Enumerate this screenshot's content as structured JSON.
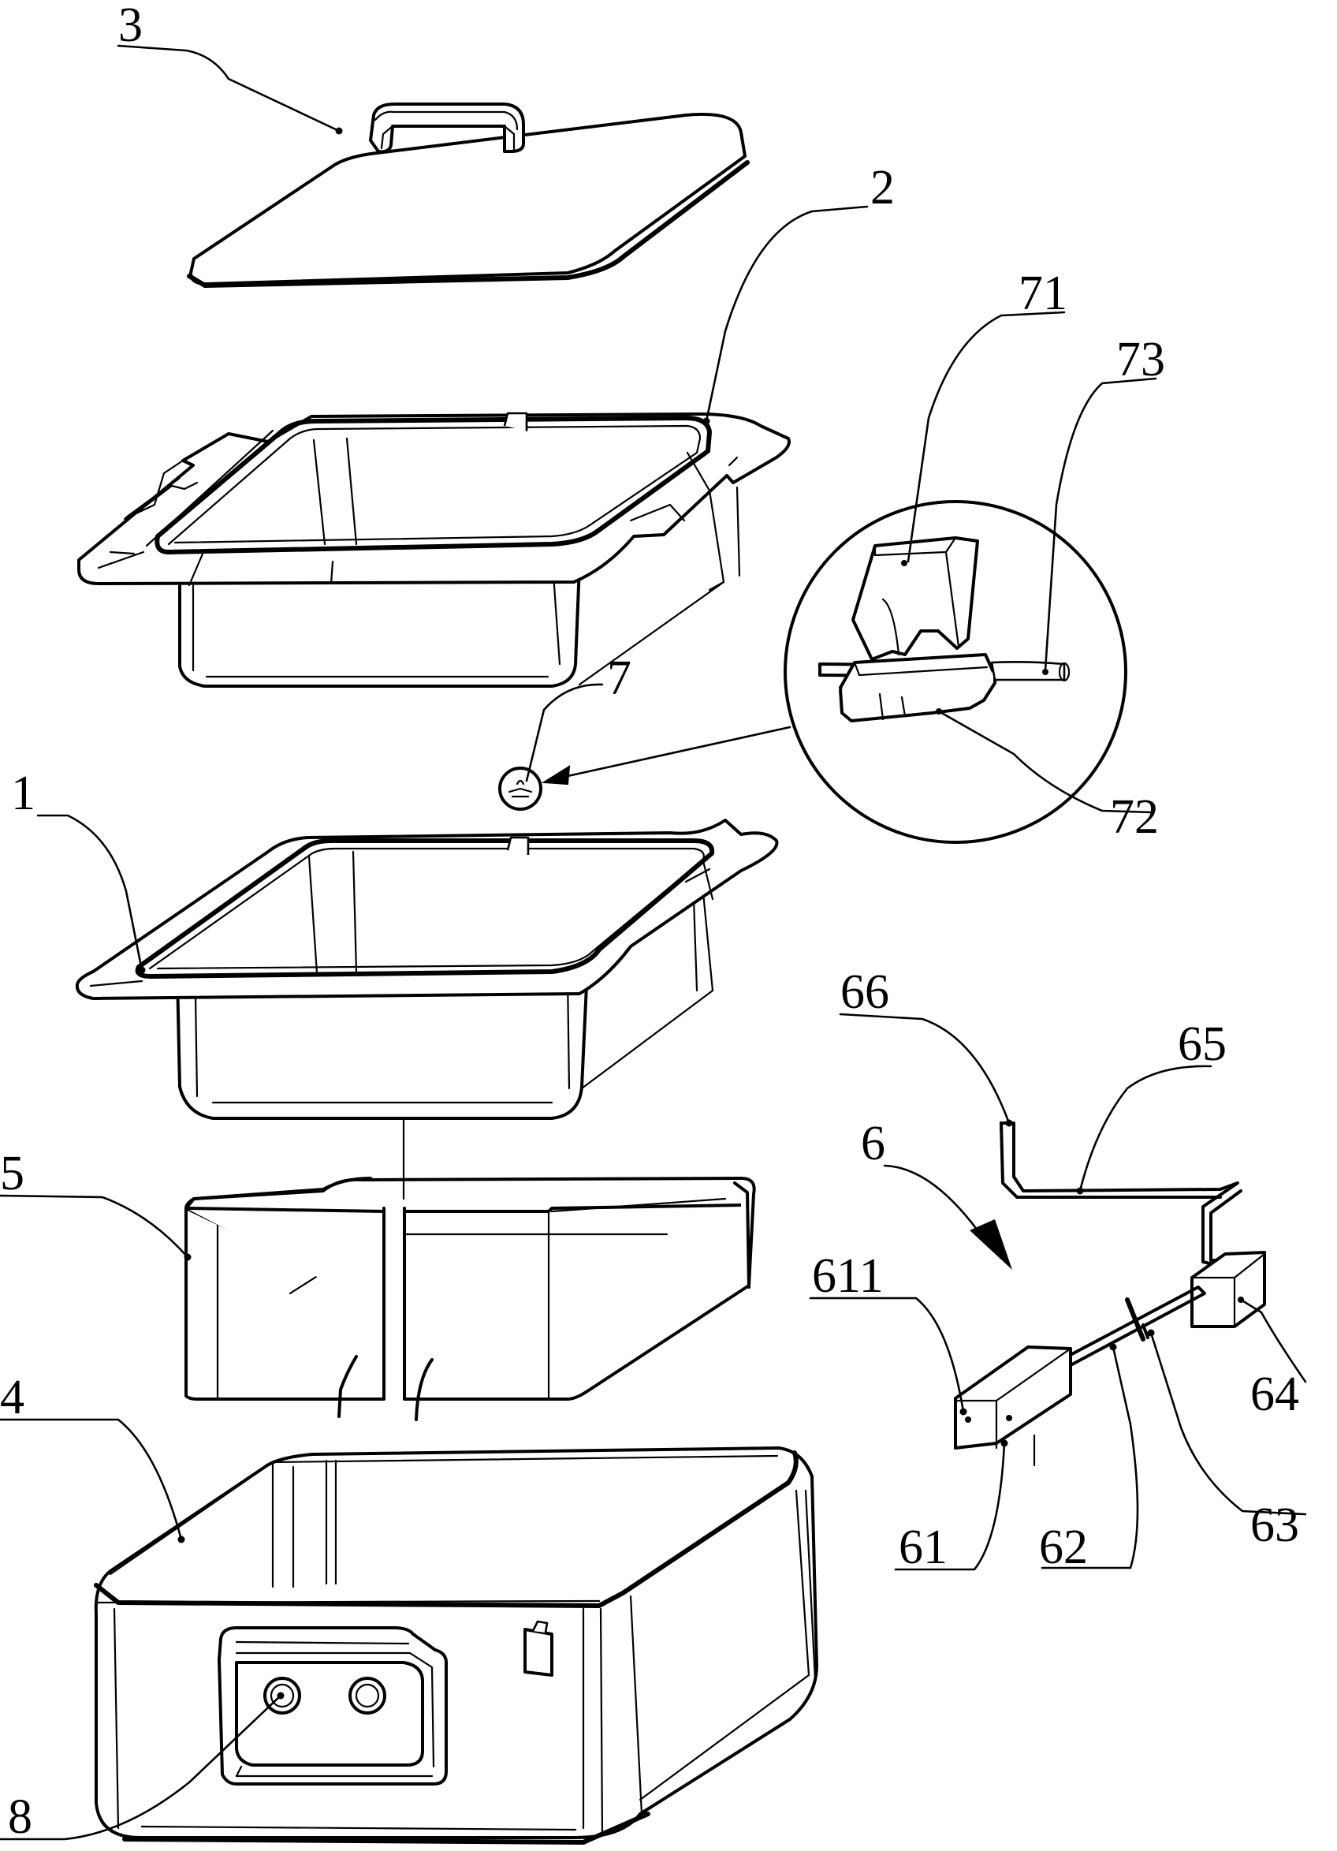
{
  "labels": {
    "l3": "3",
    "l2": "2",
    "l71": "71",
    "l73": "73",
    "l7": "7",
    "l1": "1",
    "l72": "72",
    "l66": "66",
    "l65": "65",
    "l6": "6",
    "l5": "5",
    "l611": "611",
    "l4": "4",
    "l64": "64",
    "l61": "61",
    "l62": "62",
    "l63": "63",
    "l8": "8"
  }
}
